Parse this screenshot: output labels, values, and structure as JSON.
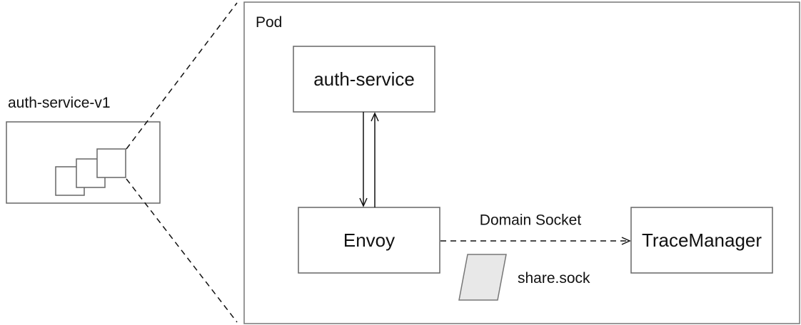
{
  "group": {
    "label": "auth-service-v1"
  },
  "pod": {
    "label": "Pod"
  },
  "nodes": {
    "auth_service": "auth-service",
    "envoy": "Envoy",
    "trace_manager": "TraceManager"
  },
  "edges": {
    "domain_socket": "Domain Socket"
  },
  "socket_file": {
    "label": "share.sock"
  }
}
